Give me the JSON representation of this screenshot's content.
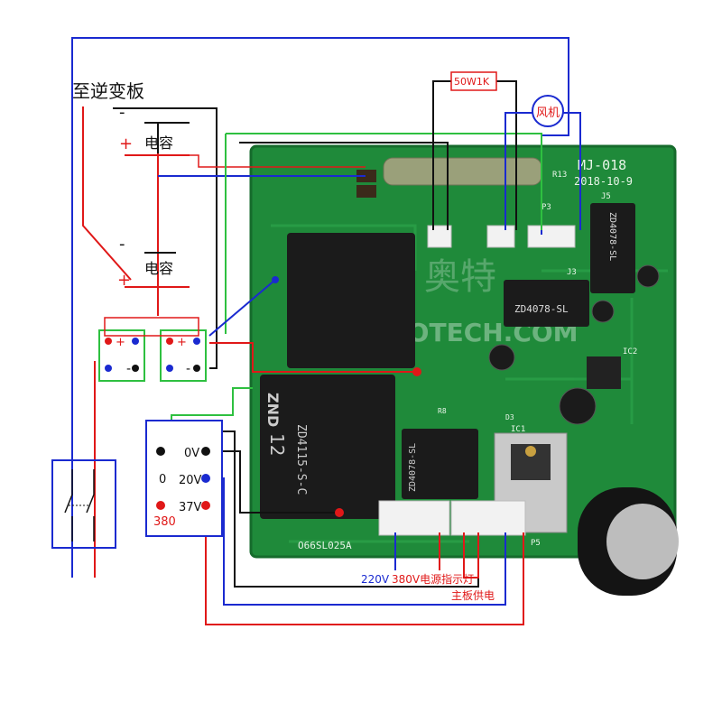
{
  "labels": {
    "to_inverter": "至逆变板",
    "capacitor_top": "电容",
    "capacitor_bottom": "电容",
    "plus": "+",
    "minus": "-",
    "resistor": "50W1K",
    "fan": "风机",
    "board_model": "MJ-018",
    "board_date": "2018-10-9",
    "board_code": "O66SL025A",
    "watermark_cn": "奥特",
    "watermark_en": "AOTECH.COM",
    "relay_main": "ZD4115-S-C",
    "relay_main_brand": "ZND",
    "relay_main_num": "12",
    "relay_small_1": "ZD4078-SL",
    "relay_small_2": "ZD4078-SL",
    "relay_small_3": "ZD4078-SL",
    "tap_0v": "0V",
    "tap_0": "0",
    "tap_20v": "20V",
    "tap_37v": "37V",
    "tap_380": "380",
    "v220": "220V",
    "v380_indicator": "380V电源指示灯",
    "mainboard_power": "主板供电",
    "conn_j5": "J5",
    "conn_j3": "J3",
    "conn_p3": "P3",
    "conn_r13": "R13",
    "conn_ic1": "IC1",
    "conn_ic2": "IC2",
    "conn_p5": "P5",
    "conn_r8": "R8",
    "conn_d3": "D3"
  },
  "colors": {
    "pcb": "#1f8a3a",
    "pcb_dark": "#166b2c",
    "wire_red": "#e01818",
    "wire_blue": "#1a2ad0",
    "wire_black": "#111111",
    "wire_green": "#2ec040",
    "relay_black": "#1b1b1b"
  }
}
